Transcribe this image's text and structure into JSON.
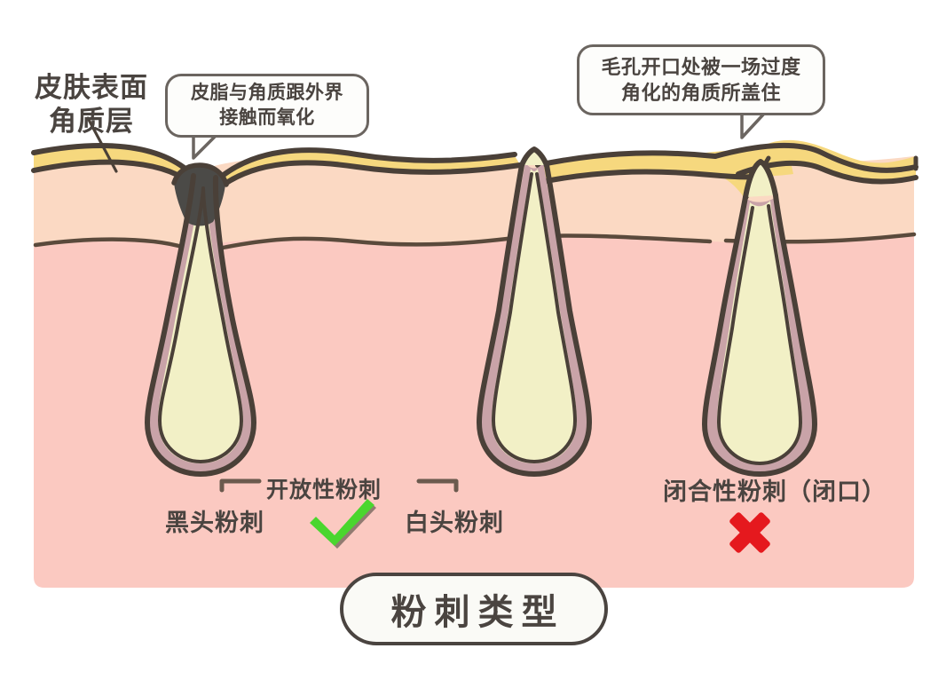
{
  "title": {
    "text": "粉刺类型"
  },
  "labels": {
    "skin_surface": "皮肤表面\n角质层",
    "open_comedone": "开放性粉刺",
    "blackhead": "黑头粉刺",
    "whitehead": "白头粉刺",
    "closed_comedone": "闭合性粉刺（闭口）"
  },
  "callouts": {
    "oxidation": "皮脂与角质跟外界\n接触而氧化",
    "keratin": "毛孔开口处被一场过度\n角化的角质所盖住"
  },
  "marks": {
    "check": "✔",
    "cross": "✘"
  },
  "colors": {
    "stratum_corneum": "#f6d87e",
    "epidermis": "#fbd9c3",
    "dermis": "#fbc9c1",
    "sebum": "#f2f0c6",
    "blackhead_plug": "#4b4a47",
    "outline": "#4a4038",
    "follicle_wall": "#c9a3a8",
    "check_green": "#4ad62e",
    "cross_red": "#e5191e",
    "text": "#4a4440",
    "callout_border": "#6b6560",
    "background": "#ffffff"
  },
  "icons": {
    "leader_line": "leader-line-icon",
    "bracket": "range-bracket-icon",
    "callout_tail": "callout-tail-icon"
  }
}
